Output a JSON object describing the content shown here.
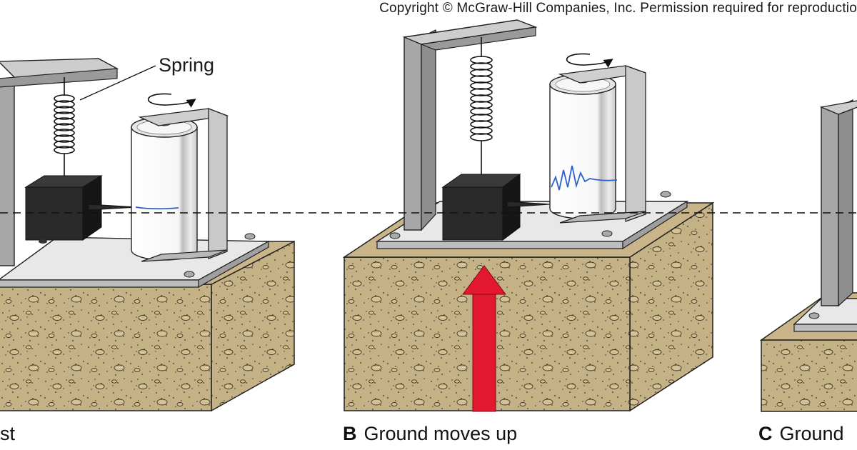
{
  "copyright": "Copyright © McGraw-Hill Companies, Inc. Permission required for reproductio",
  "label_spring": "Spring",
  "panels": [
    {
      "letter": "",
      "caption": "st"
    },
    {
      "letter": "B",
      "caption": "Ground moves up"
    },
    {
      "letter": "C",
      "caption": "Ground"
    }
  ],
  "colors": {
    "soil": "#c4b185",
    "soil_dark": "#9f8b5c",
    "plate": "#e6e6e6",
    "frame": "#9a9a9a",
    "mass": "#232323",
    "drum": "#f7f7f7",
    "trace": "#2d63c8",
    "arrow": "#e3182e",
    "cap": "#c9b589"
  },
  "icons": [
    "rotation-arrow-icon",
    "up-arrow-icon",
    "spring-coil-icon"
  ]
}
